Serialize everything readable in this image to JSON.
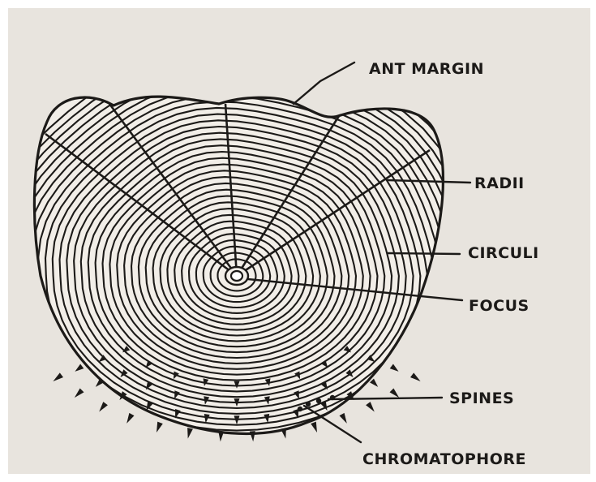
{
  "labels": {
    "ant_margin": "ANT MARGIN",
    "radii": "RADII",
    "circuli": "CIRCULI",
    "focus": "FOCUS",
    "spines": "SPINES",
    "chromatophore": "CHROMATOPHORE"
  },
  "colors": {
    "ink": "#1c1a18",
    "paper": "#e8e4de",
    "scale_fill": "#f2eee8"
  }
}
